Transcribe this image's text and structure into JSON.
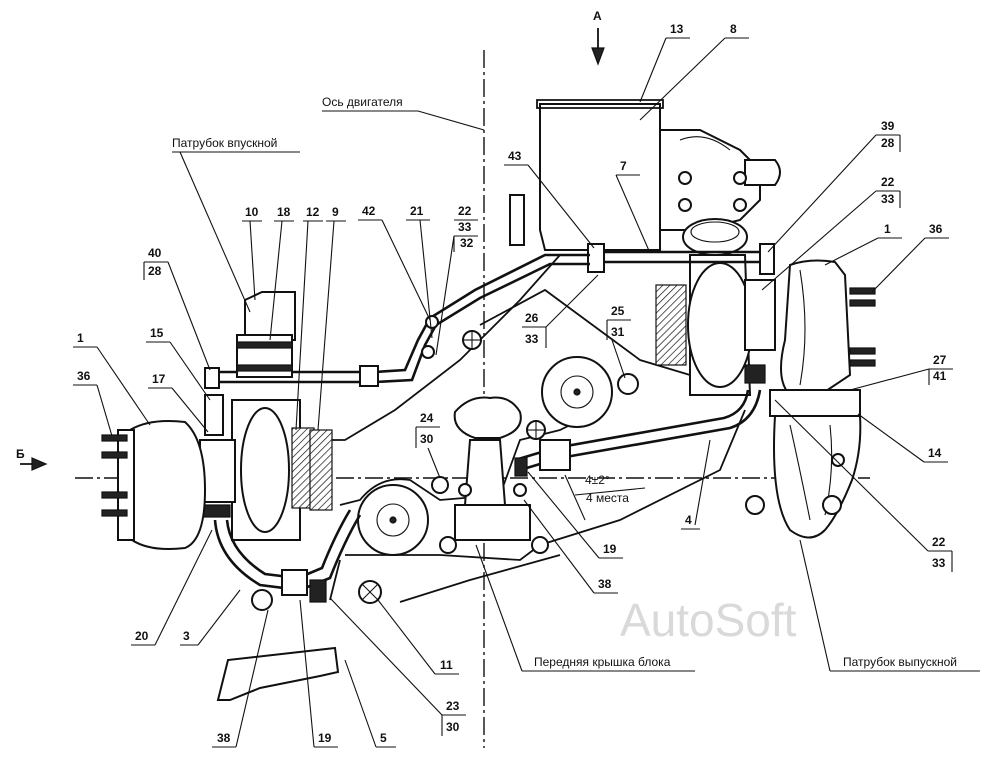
{
  "captions": {
    "engine_axis": "Ось двигателя",
    "intake_pipe": "Патрубок впускной",
    "exhaust_pipe": "Патрубок выпускной",
    "front_cover": "Передняя крышка блока",
    "view_a": "А",
    "view_b": "Б",
    "angle_value": "4±2°",
    "angle_places": "4 места",
    "watermark": "AutoSoft"
  },
  "labels": {
    "n1_left": "1",
    "n36_left": "36",
    "n17": "17",
    "n15": "15",
    "n40": "40",
    "n28_left": "28",
    "n10": "10",
    "n18": "18",
    "n12": "12",
    "n9": "9",
    "n42": "42",
    "n21": "21",
    "n22_top": "22",
    "n33_top": "33",
    "n32": "32",
    "n43": "43",
    "n13": "13",
    "n8": "8",
    "n7": "7",
    "n39": "39",
    "n28_right": "28",
    "n22_mid": "22",
    "n33_mid": "33",
    "n1_right": "1",
    "n36_right": "36",
    "n26": "26",
    "n33_26": "33",
    "n25": "25",
    "n31": "31",
    "n27": "27",
    "n41": "41",
    "n14": "14",
    "n24": "24",
    "n30_24": "30",
    "n4": "4",
    "n19_mid": "19",
    "n38_mid": "38",
    "n22_bot": "22",
    "n33_bot": "33",
    "n20": "20",
    "n3": "3",
    "n11": "11",
    "n23": "23",
    "n30_23": "30",
    "n38_bot": "38",
    "n19_bot": "19",
    "n5": "5"
  }
}
